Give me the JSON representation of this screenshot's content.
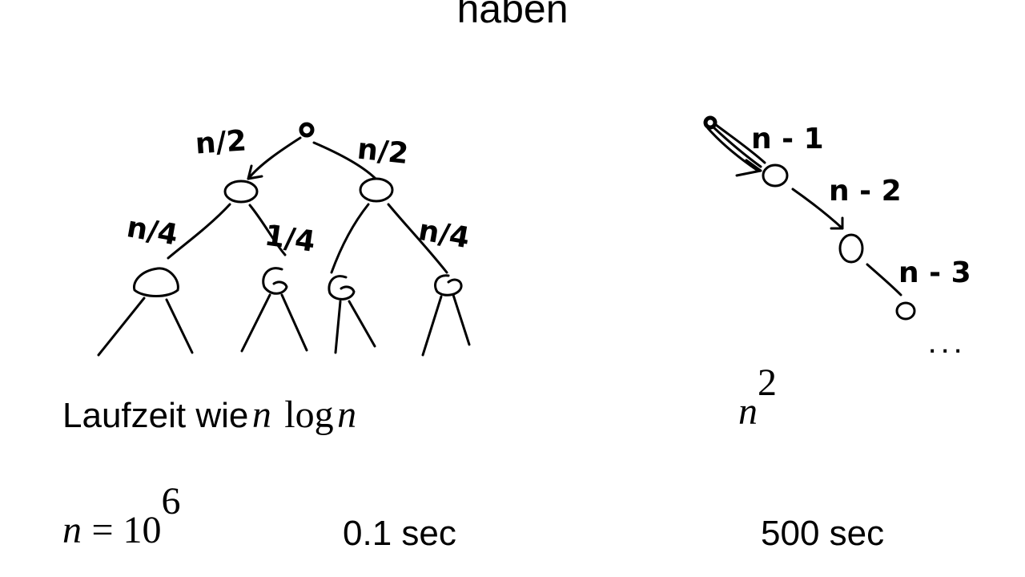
{
  "title": "haben",
  "tree_labels": {
    "left_edge": "n/2",
    "right_edge": "n/2",
    "ll_edge": "n/4",
    "lr_edge": "1/4",
    "rr_edge": "n/4"
  },
  "chain_labels": [
    "n - 1",
    "n - 2",
    "n - 3"
  ],
  "chain_ellipsis": ". . .",
  "left_caption": {
    "prefix": "Laufzeit wie",
    "var_n1": "n",
    "log": "log",
    "var_n2": "n"
  },
  "right_caption": {
    "base": "n",
    "exponent": "2"
  },
  "bottom": {
    "n_var": "n",
    "equals": "= 10",
    "exponent": "6",
    "time_left": "0.1 sec",
    "time_right": "500 sec"
  }
}
